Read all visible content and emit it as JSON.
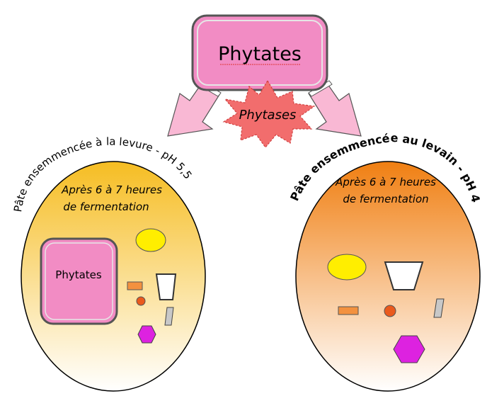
{
  "diagram": {
    "top_box_label": "Phytates",
    "enzyme_label": "Phytases",
    "left": {
      "arc_label": "Pâte ensemmencée à la levure - pH 5,5",
      "time_line1": "Après 6 à 7 heures",
      "time_line2": "de fermentation",
      "inner_box_label": "Phytates",
      "gradient_top": "#f6bd22",
      "gradient_bottom": "#ffffff"
    },
    "right": {
      "arc_label": "Pâte ensemmencée au levain - pH 4 -",
      "time_line1": "Après 6 à 7 heures",
      "time_line2": "de fermentation",
      "gradient_top": "#f07f12",
      "gradient_bottom": "#ffffff"
    },
    "colors": {
      "box_fill": "#f28cc4",
      "star_fill": "#f26d6d",
      "arrow_fill": "#f9b8d4",
      "oval_yellow": "#ffee00",
      "rect_orange": "#f3913f",
      "circle_orange": "#ea5a1d",
      "hexagon_magenta": "#dd22e0",
      "bar_gray": "#c8c8c8"
    }
  }
}
